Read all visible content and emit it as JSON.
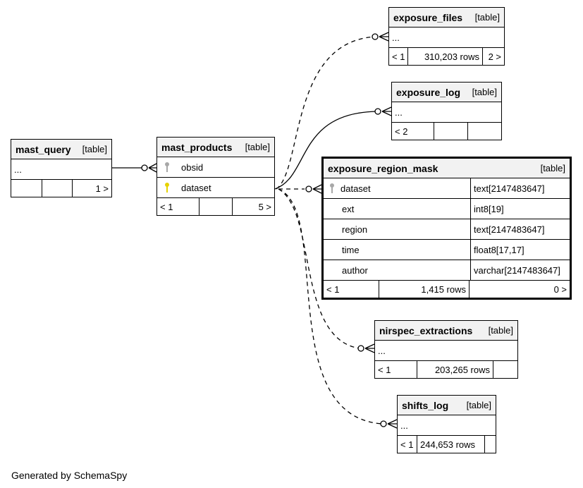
{
  "credit": "Generated by SchemaSpy",
  "kind_label": "[table]",
  "tables": {
    "exposure_files": {
      "name": "exposure_files",
      "row1": "...",
      "prev": "< 1",
      "rows": "310,203 rows",
      "next": "2 >"
    },
    "exposure_log": {
      "name": "exposure_log",
      "row1": "...",
      "prev": "< 2"
    },
    "mast_query": {
      "name": "mast_query",
      "row1": "...",
      "next": "1 >"
    },
    "mast_products": {
      "name": "mast_products",
      "col1": "obsid",
      "col2": "dataset",
      "prev": "< 1",
      "next": "5 >"
    },
    "exposure_region_mask": {
      "name": "exposure_region_mask",
      "columns": [
        {
          "name": "dataset",
          "type": "text[2147483647]"
        },
        {
          "name": "ext",
          "type": "int8[19]"
        },
        {
          "name": "region",
          "type": "text[2147483647]"
        },
        {
          "name": "time",
          "type": "float8[17,17]"
        },
        {
          "name": "author",
          "type": "varchar[2147483647]"
        }
      ],
      "prev": "< 1",
      "rows": "1,415 rows",
      "next": "0 >"
    },
    "nirspec_extractions": {
      "name": "nirspec_extractions",
      "row1": "...",
      "prev": "< 1",
      "rows": "203,265 rows"
    },
    "shifts_log": {
      "name": "shifts_log",
      "row1": "...",
      "prev": "< 1",
      "rows": "244,653 rows"
    }
  },
  "colors": {
    "primary_key": "#a8a8a8",
    "foreign_key": "#e6d200"
  }
}
